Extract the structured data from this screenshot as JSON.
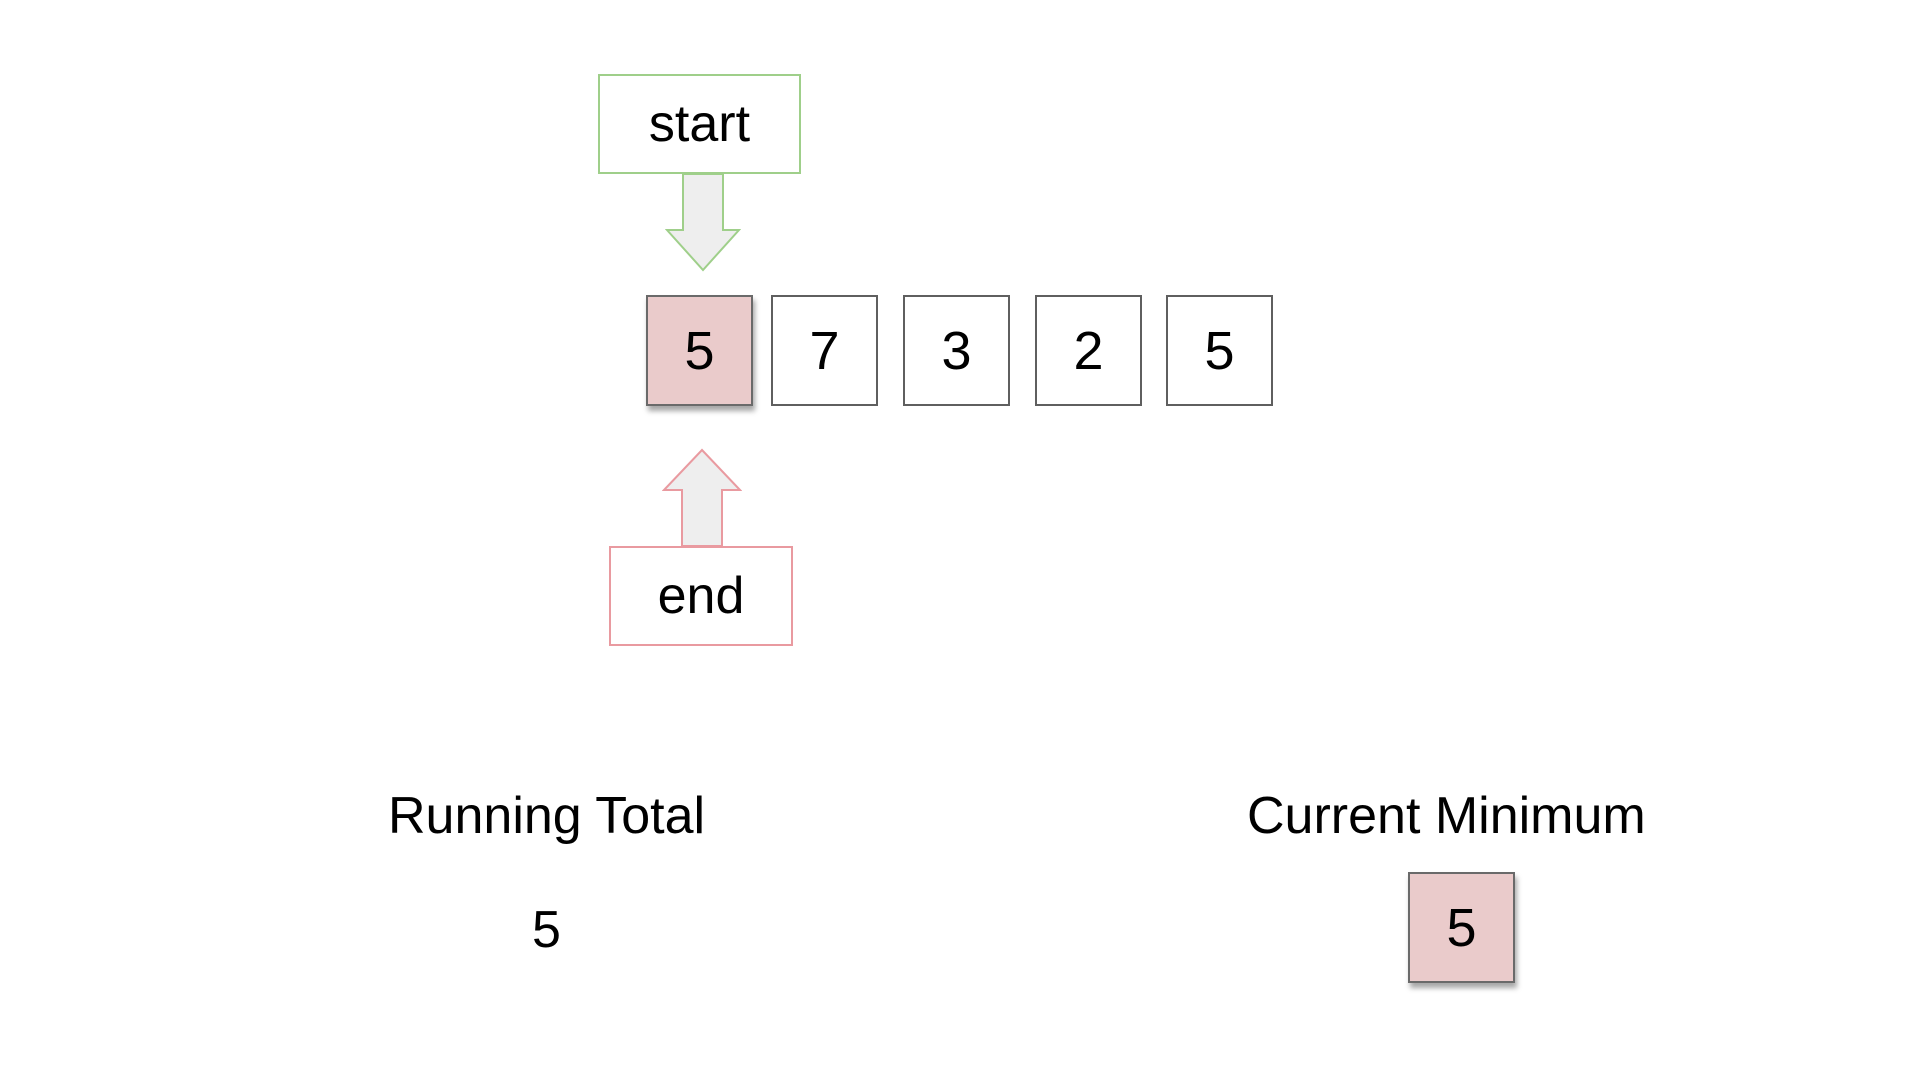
{
  "pointers": {
    "start_label": "start",
    "end_label": "end"
  },
  "array": {
    "values": [
      "5",
      "7",
      "3",
      "2",
      "5"
    ],
    "highlighted_index": 0
  },
  "running_total": {
    "label": "Running Total",
    "value": "5"
  },
  "current_minimum": {
    "label": "Current Minimum",
    "value": "5"
  },
  "colors": {
    "start_border": "#9fcf8a",
    "end_border": "#e99aa0",
    "highlight_fill": "#eacbcb",
    "arrow_fill": "#eeeeee"
  }
}
